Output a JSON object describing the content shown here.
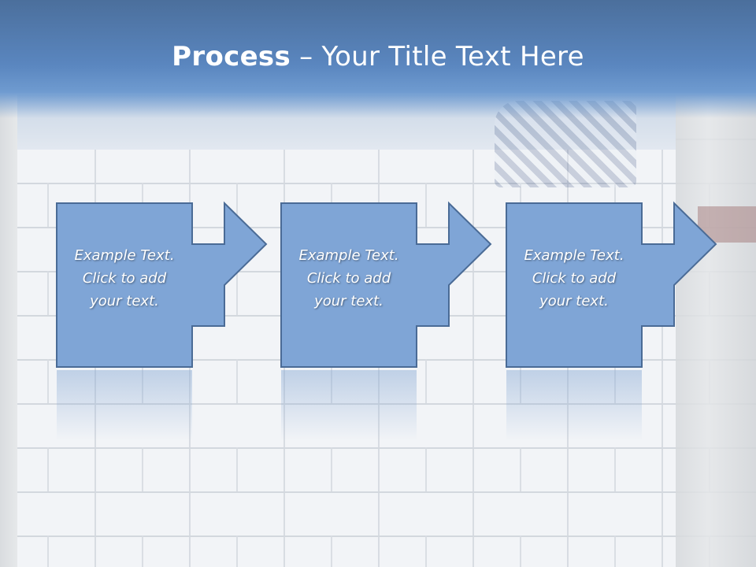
{
  "title": {
    "bold": "Process",
    "rest": " – Your Title Text Here"
  },
  "steps": [
    {
      "lines": [
        "Example Text.",
        "Click  to add",
        "your text."
      ]
    },
    {
      "lines": [
        "Example Text.",
        "Click  to add",
        "your text."
      ]
    },
    {
      "lines": [
        "Example Text.",
        "Click  to add",
        "your text."
      ]
    }
  ],
  "colors": {
    "box_fill": "#7fa5d6",
    "box_stroke": "#4a6b96",
    "header": "#5a86bf",
    "title_text": "#ffffff"
  }
}
